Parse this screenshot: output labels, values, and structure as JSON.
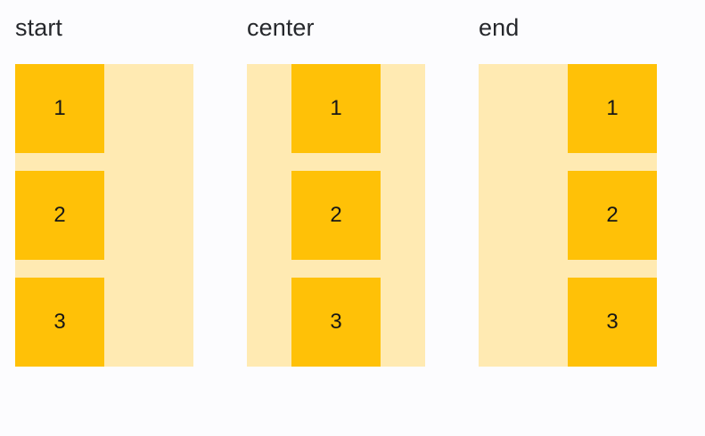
{
  "page": {
    "title": "CSS align-items illustration",
    "background_color": "#fcfcfe"
  },
  "palette": {
    "track_background": "#ffeab2",
    "item_background": "#ffc107",
    "label_color": "#26282c",
    "item_text_color": "#171717"
  },
  "columns": [
    {
      "label": "start",
      "align": "start",
      "items": [
        {
          "label": "1"
        },
        {
          "label": "2"
        },
        {
          "label": "3"
        }
      ]
    },
    {
      "label": "center",
      "align": "center",
      "items": [
        {
          "label": "1"
        },
        {
          "label": "2"
        },
        {
          "label": "3"
        }
      ]
    },
    {
      "label": "end",
      "align": "end",
      "items": [
        {
          "label": "1"
        },
        {
          "label": "2"
        },
        {
          "label": "3"
        }
      ]
    }
  ]
}
